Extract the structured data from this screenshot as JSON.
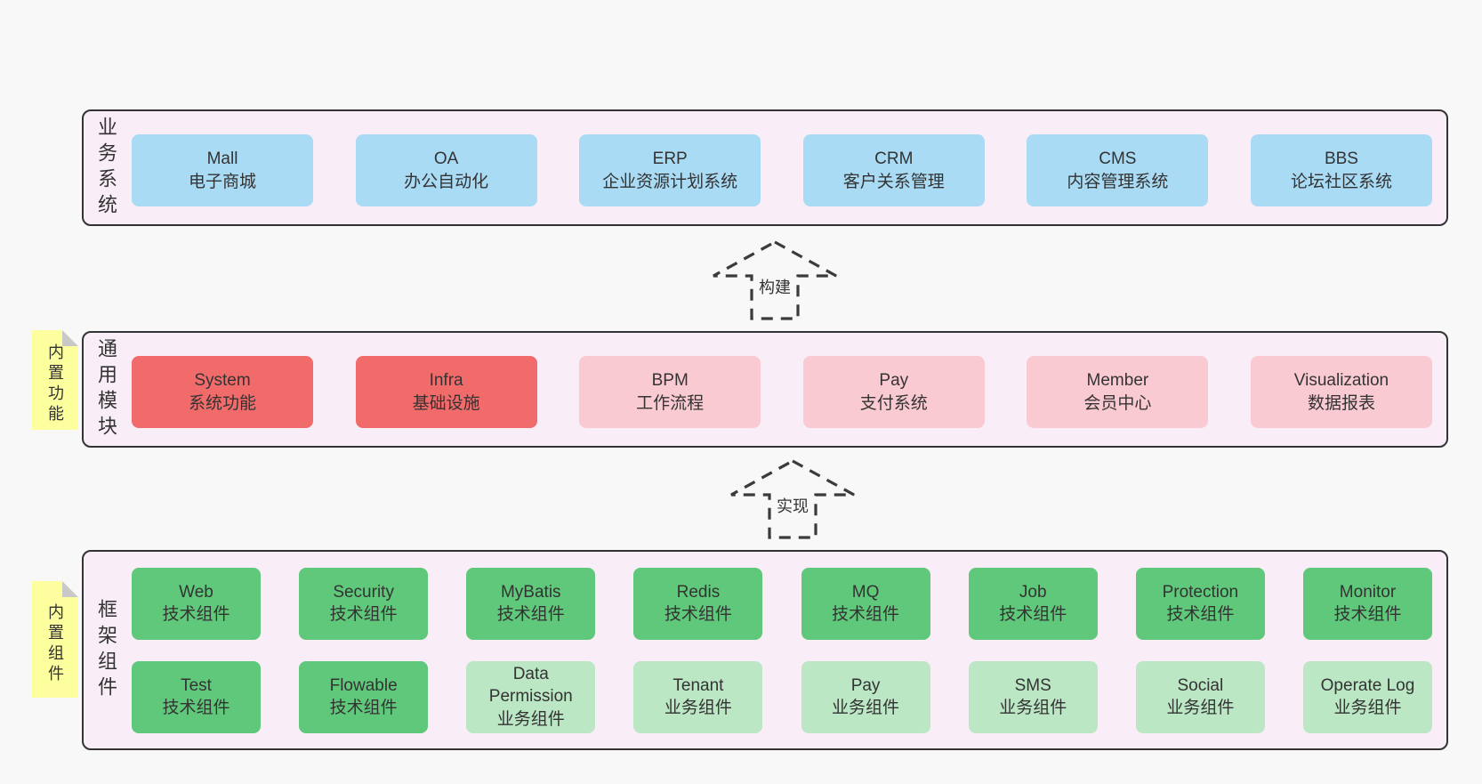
{
  "colors": {
    "background": "#f8f8f8",
    "layer_fill": "#f9eef8",
    "layer_border": "#333333",
    "blue_box": "#a9dbf5",
    "red_box": "#f26b6b",
    "pink_box": "#facad3",
    "green_box": "#60c87a",
    "light_green_box": "#bbe7c5",
    "note_yellow": "#fdff9f",
    "note_fold_gray": "#c8c8c8",
    "text": "#333333",
    "arrow_stroke": "#3b3b3b"
  },
  "layers": [
    {
      "side_label": "业务系统",
      "boxes": [
        {
          "en": "Mall",
          "zh": "电子商城",
          "type": "blue"
        },
        {
          "en": "OA",
          "zh": "办公自动化",
          "type": "blue"
        },
        {
          "en": "ERP",
          "zh": "企业资源计划系统",
          "type": "blue"
        },
        {
          "en": "CRM",
          "zh": "客户关系管理",
          "type": "blue"
        },
        {
          "en": "CMS",
          "zh": "内容管理系统",
          "type": "blue"
        },
        {
          "en": "BBS",
          "zh": "论坛社区系统",
          "type": "blue"
        }
      ]
    },
    {
      "side_label": "通用模块",
      "note": "内置功能",
      "boxes": [
        {
          "en": "System",
          "zh": "系统功能",
          "type": "red"
        },
        {
          "en": "Infra",
          "zh": "基础设施",
          "type": "red"
        },
        {
          "en": "BPM",
          "zh": "工作流程",
          "type": "pink"
        },
        {
          "en": "Pay",
          "zh": "支付系统",
          "type": "pink"
        },
        {
          "en": "Member",
          "zh": "会员中心",
          "type": "pink"
        },
        {
          "en": "Visualization",
          "zh": "数据报表",
          "type": "pink"
        }
      ]
    },
    {
      "side_label": "框架组件",
      "note": "内置组件",
      "rows": [
        [
          {
            "en": "Web",
            "zh": "技术组件",
            "type": "green"
          },
          {
            "en": "Security",
            "zh": "技术组件",
            "type": "green"
          },
          {
            "en": "MyBatis",
            "zh": "技术组件",
            "type": "green"
          },
          {
            "en": "Redis",
            "zh": "技术组件",
            "type": "green"
          },
          {
            "en": "MQ",
            "zh": "技术组件",
            "type": "green"
          },
          {
            "en": "Job",
            "zh": "技术组件",
            "type": "green"
          },
          {
            "en": "Protection",
            "zh": "技术组件",
            "type": "green"
          },
          {
            "en": "Monitor",
            "zh": "技术组件",
            "type": "green"
          }
        ],
        [
          {
            "en": "Test",
            "zh": "技术组件",
            "type": "green"
          },
          {
            "en": "Flowable",
            "zh": "技术组件",
            "type": "green"
          },
          {
            "en": "Data Permission",
            "zh": "业务组件",
            "type": "lightgreen"
          },
          {
            "en": "Tenant",
            "zh": "业务组件",
            "type": "lightgreen"
          },
          {
            "en": "Pay",
            "zh": "业务组件",
            "type": "lightgreen"
          },
          {
            "en": "SMS",
            "zh": "业务组件",
            "type": "lightgreen"
          },
          {
            "en": "Social",
            "zh": "业务组件",
            "type": "lightgreen"
          },
          {
            "en": "Operate Log",
            "zh": "业务组件",
            "type": "lightgreen"
          }
        ]
      ]
    }
  ],
  "arrows": [
    {
      "label": "构建"
    },
    {
      "label": "实现"
    }
  ]
}
